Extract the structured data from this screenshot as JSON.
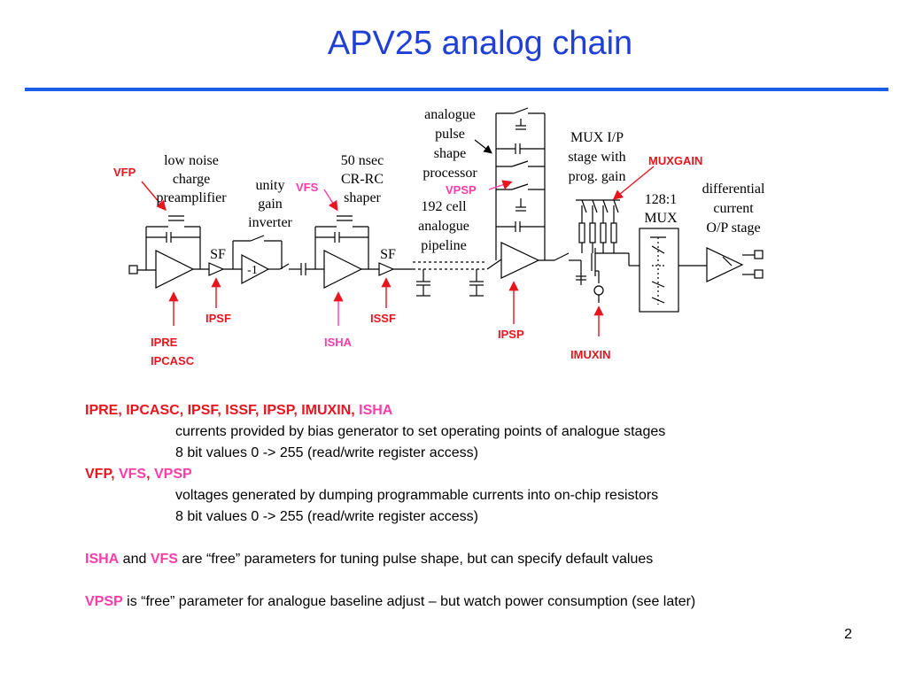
{
  "title": "APV25 analog chain",
  "page_number": "2",
  "colors": {
    "title": "#1f3fd6",
    "rule": "#1a5ee8",
    "red": "#e8141e",
    "pink": "#ff3ca8"
  },
  "diagram": {
    "labels": {
      "preamp": [
        "low noise",
        "charge",
        "preamplifier"
      ],
      "inverter": [
        "unity",
        "gain",
        "inverter"
      ],
      "shaper": [
        "50 nsec",
        "CR-RC",
        "shaper"
      ],
      "processor": [
        "analogue",
        "pulse",
        "shape",
        "processor"
      ],
      "pipeline": [
        "192 cell",
        "analogue",
        "pipeline"
      ],
      "mux_ip": [
        "MUX I/P",
        "stage with",
        "prog. gain"
      ],
      "mux": [
        "128:1",
        "MUX"
      ],
      "output": [
        "differential",
        "current",
        "O/P stage"
      ],
      "sf1": "SF",
      "sf2": "SF",
      "inv_gain": "-1"
    },
    "params": {
      "vfp": "VFP",
      "vfs": "VFS",
      "vpsp": "VPSP",
      "muxgain": "MUXGAIN",
      "ipsf": "IPSF",
      "issf": "ISSF",
      "ipre": "IPRE",
      "ipcasc": "IPCASC",
      "isha": "ISHA",
      "ipsp": "IPSP",
      "imuxin": "IMUXIN"
    }
  },
  "body": {
    "line1": {
      "red_part": "IPRE, IPCASC, IPSF, ISSF, IPSP, IMUXIN",
      "comma": ",",
      "pink_part": " ISHA"
    },
    "line2": "currents provided by bias generator to set operating points of analogue stages",
    "line3": "8 bit values 0 -> 255 (read/write register access)",
    "line4": {
      "red_part": "VFP",
      "sep1": ",",
      "pink1": " VFS",
      "sep2": ",",
      "pink2": " VPSP"
    },
    "line5": "voltages generated by dumping programmable currents into on-chip resistors",
    "line6": "8 bit values 0 -> 255 (read/write register access)",
    "line7": {
      "pink1": "ISHA",
      "and": " and ",
      "pink2": "VFS",
      "rest": " are “free” parameters for tuning pulse shape, but can specify default values"
    },
    "line8": {
      "pink": "VPSP",
      "rest": " is “free” parameter for analogue baseline adjust – but watch power consumption (see later)"
    }
  }
}
